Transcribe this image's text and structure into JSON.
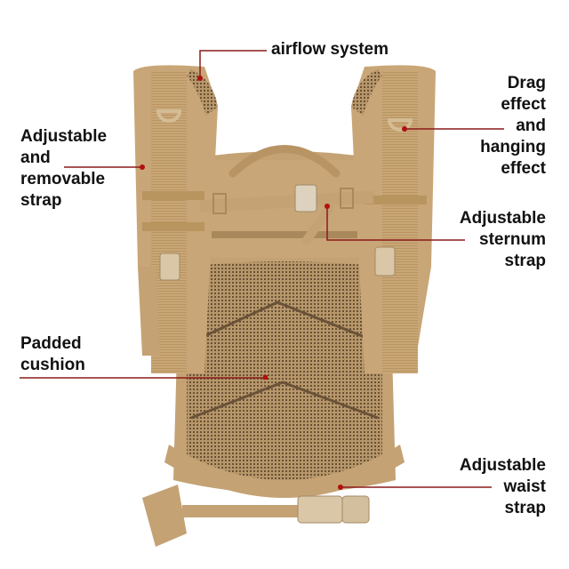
{
  "colors": {
    "background": "#ffffff",
    "text": "#111111",
    "leader_line": "#8b1a1a",
    "leader_dot": "#b01010",
    "fabric": "#c9a677",
    "fabric_dark": "#a9885c",
    "fabric_light": "#d8ba8e",
    "mesh": "#9c7f58",
    "mesh_dark": "#5e4a32",
    "buckle": "#d9c7a8"
  },
  "callouts": [
    {
      "id": "airflow",
      "text": "airflow system"
    },
    {
      "id": "strap",
      "text": "Adjustable\nand\nremovable\nstrap"
    },
    {
      "id": "drag",
      "text": "Drag\neffect\nand\nhanging\neffect"
    },
    {
      "id": "sternum",
      "text": "Adjustable\nsternum\nstrap"
    },
    {
      "id": "cushion",
      "text": "Padded\ncushion"
    },
    {
      "id": "waist",
      "text": "Adjustable\nwaist\nstrap"
    }
  ]
}
